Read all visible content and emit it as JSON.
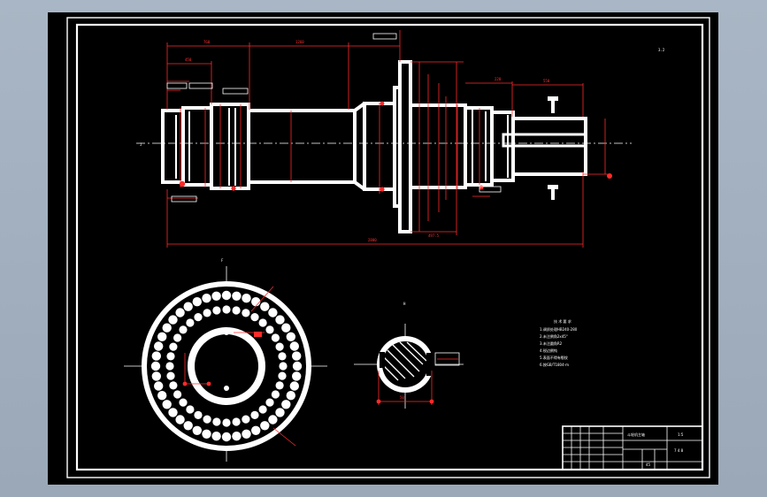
{
  "section_labels": {
    "view_a": "F",
    "view_b": "H",
    "left_end": "J"
  },
  "dimensions": {
    "total_length": "2800",
    "top_left_1": "760",
    "top_left_2": "450",
    "top_mid": "1260",
    "top_right": "220",
    "right_side": "550",
    "flange_offset": "497.5",
    "bore_bottom": "50"
  },
  "roughness": {
    "top_right": "3.2"
  },
  "title_block": {
    "drawing_name": "斗轮机主轴",
    "scale": "1:5",
    "sheet": "7 4 8",
    "material": "45"
  },
  "tech_notes": {
    "heading": "技 术 要 求",
    "lines": [
      "1.调质处理HB240-280",
      "2.未注倒角2x45°",
      "3.未注圆角R2",
      "4.锐边倒钝",
      "5.表面不得有裂纹",
      "6.按GB/T1804-m"
    ]
  }
}
